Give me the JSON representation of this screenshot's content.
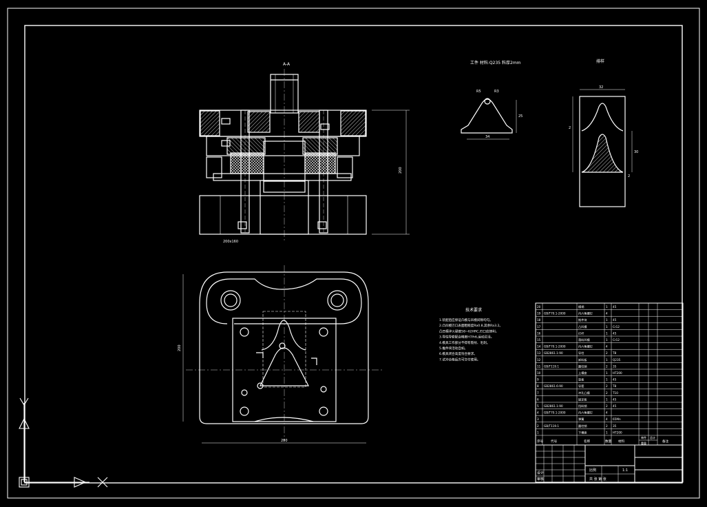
{
  "drawing": {
    "section_label": "A-A",
    "part_caption": "工件 材料:Q235 料厚2mm",
    "layout_caption": "排样",
    "tech_req_title": "技术要求",
    "tech_req_lines": [
      "1.装配后应保证凸模与凹模间隙均匀。",
      "2.凸凹模刃口表面粗糙度Ra0.8,其余Ra3.2。",
      "  凸凹模淬火硬度58~62HRC,刃口应锋利。",
      "3.导柱导套配合精度H7/h6,运动灵活。",
      "4.模具工作部分不得有裂纹、毛刺。",
      "5.推件块活动自如。",
      "6.模具闭合高度符合要求。",
      "7.试冲合格后方可交付使用。"
    ],
    "dims": {
      "total_height": "200",
      "part_width": "34",
      "part_height": "25",
      "part_r1": "R5",
      "part_r2": "R3",
      "strip_width": "32",
      "strip_pitch": "30",
      "strip_a": "2",
      "strip_b": "2",
      "plan_width": "280",
      "plan_height": "200",
      "bottom_note": "200x160"
    }
  },
  "bom": {
    "rows": [
      {
        "no": "20",
        "code": "",
        "name": "模柄",
        "qty": "1",
        "mat": "45",
        "note": ""
      },
      {
        "no": "19",
        "code": "GB/T70.1-2000",
        "name": "内六角螺钉",
        "qty": "4",
        "mat": "",
        "note": ""
      },
      {
        "no": "18",
        "code": "",
        "name": "推件块",
        "qty": "1",
        "mat": "45",
        "note": ""
      },
      {
        "no": "17",
        "code": "",
        "name": "凸凹模",
        "qty": "1",
        "mat": "Cr12",
        "note": ""
      },
      {
        "no": "16",
        "code": "",
        "name": "打杆",
        "qty": "1",
        "mat": "45",
        "note": ""
      },
      {
        "no": "15",
        "code": "",
        "name": "落料凹模",
        "qty": "1",
        "mat": "Cr12",
        "note": ""
      },
      {
        "no": "14",
        "code": "GB/T70.1-2000",
        "name": "内六角螺钉",
        "qty": "4",
        "mat": "",
        "note": ""
      },
      {
        "no": "13",
        "code": "GB2861.1-90",
        "name": "导柱",
        "qty": "2",
        "mat": "T8",
        "note": ""
      },
      {
        "no": "12",
        "code": "",
        "name": "卸料板",
        "qty": "1",
        "mat": "Q235",
        "note": ""
      },
      {
        "no": "11",
        "code": "GB/T119.1",
        "name": "圆柱销",
        "qty": "2",
        "mat": "35",
        "note": ""
      },
      {
        "no": "10",
        "code": "",
        "name": "上模座",
        "qty": "1",
        "mat": "HT200",
        "note": ""
      },
      {
        "no": "9",
        "code": "",
        "name": "垫板",
        "qty": "1",
        "mat": "45",
        "note": ""
      },
      {
        "no": "8",
        "code": "GB2861.6-90",
        "name": "导套",
        "qty": "2",
        "mat": "T8",
        "note": ""
      },
      {
        "no": "7",
        "code": "",
        "name": "冲孔凸模",
        "qty": "2",
        "mat": "T10",
        "note": ""
      },
      {
        "no": "6",
        "code": "",
        "name": "固定板",
        "qty": "1",
        "mat": "45",
        "note": ""
      },
      {
        "no": "5",
        "code": "GB2861.1-90",
        "name": "挡料销",
        "qty": "2",
        "mat": "45",
        "note": ""
      },
      {
        "no": "4",
        "code": "GB/T70.1-2000",
        "name": "内六角螺钉",
        "qty": "4",
        "mat": "",
        "note": ""
      },
      {
        "no": "3",
        "code": "",
        "name": "弹簧",
        "qty": "4",
        "mat": "65Mn",
        "note": ""
      },
      {
        "no": "2",
        "code": "GB/T119.1",
        "name": "圆柱销",
        "qty": "2",
        "mat": "35",
        "note": ""
      },
      {
        "no": "1",
        "code": "",
        "name": "下模座",
        "qty": "1",
        "mat": "HT200",
        "note": ""
      }
    ],
    "header": {
      "no": "序号",
      "code": "代号",
      "name": "名称",
      "qty": "数量",
      "mat": "材料",
      "single": "单件",
      "total": "总计",
      "note": "备注",
      "weight": "重量"
    }
  },
  "title_block": {
    "scale_label": "比例",
    "scale_value": "1:1",
    "sheet": "共 张 第 张",
    "designer": "设计",
    "checker": "审核",
    "drawing_name": "",
    "drawing_no": ""
  },
  "colors": {
    "background": "#000000",
    "line": "#ffffff",
    "axis": "#ffffff"
  },
  "icons": {
    "ucs": "ucs-axis-icon"
  }
}
